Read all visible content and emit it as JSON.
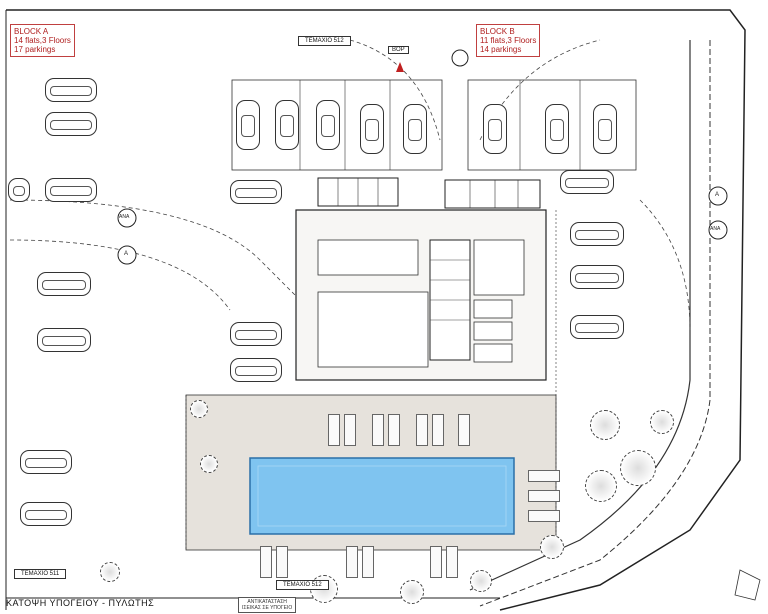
{
  "blocks": {
    "a": {
      "line1": "BLOCK A",
      "line2": "14 flats,3 Floors",
      "line3": "17 parkings"
    },
    "b": {
      "line1": "BLOCK B",
      "line2": "11 flats,3 Floors",
      "line3": "14 parkings"
    }
  },
  "plot_tags": {
    "top": "ΤΕΜΑΧΙΟ 512",
    "bottom_left": "ΤΕΜΑΧΙΟ 511",
    "bottom_mid": "ΤΕΜΑΧΙΟ 512"
  },
  "north_label": "ΒΟΡ",
  "drawing_title": "ΚΑΤΟΨΗ ΥΠΟΓΕΙΟΥ - ΠΥΛΩΤΗΣ",
  "stamp": {
    "line1": "ΑΝΤΙΚΑΤΑΣΤΑΣΗ",
    "line2": "ΙΣΕΙΚΑΣ ΣΕ ΥΠΟΓΕΙΟ"
  },
  "markers": {
    "ava": "ΑΝΑ",
    "a": "Α"
  },
  "pool_color": "#7fc4f0",
  "deck_color": "#e6e2dc"
}
